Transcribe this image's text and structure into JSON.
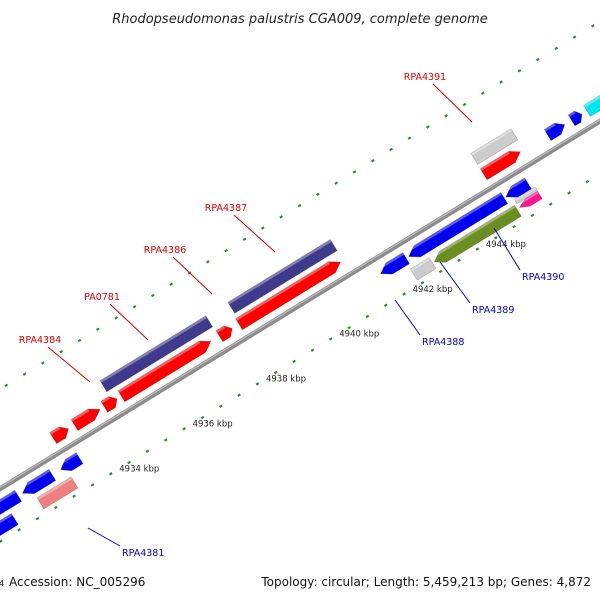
{
  "title": "Rhodopseudomonas palustris CGA009, complete genome",
  "footer": {
    "accession": "Accession: NC_005296",
    "summary": "Topology: circular; Length: 5,459,213 bp; Genes: 4,872",
    "edge_digit": "4"
  },
  "colors": {
    "backbone": "#8c8c8c",
    "tick_green": "#2e8b2e",
    "label_red": "#dd0000",
    "label_blue": "#0000cc",
    "gene_red": "#ff0000",
    "gene_blue": "#0000ee",
    "gene_navy": "#3f3a8c",
    "gene_gray": "#cccccc",
    "gene_salmon": "#f08080",
    "gene_olive": "#6b8e23",
    "gene_magenta": "#ff1493",
    "gene_cyan": "#00e5ee"
  },
  "ticks": [
    {
      "label": "4934 kbp"
    },
    {
      "label": "4936 kbp"
    },
    {
      "label": "4938 kbp"
    },
    {
      "label": "4940 kbp"
    },
    {
      "label": "4942 kbp"
    },
    {
      "label": "4944 kbp"
    }
  ],
  "gene_labels": [
    {
      "text": "RPA4384",
      "strand": "forward"
    },
    {
      "text": "PA0781",
      "strand": "forward"
    },
    {
      "text": "RPA4386",
      "strand": "forward"
    },
    {
      "text": "RPA4387",
      "strand": "forward"
    },
    {
      "text": "RPA4391",
      "strand": "forward"
    },
    {
      "text": "RPA4381",
      "strand": "reverse"
    },
    {
      "text": "RPA4388",
      "strand": "reverse"
    },
    {
      "text": "RPA4389",
      "strand": "reverse"
    },
    {
      "text": "RPA4390",
      "strand": "reverse"
    }
  ]
}
